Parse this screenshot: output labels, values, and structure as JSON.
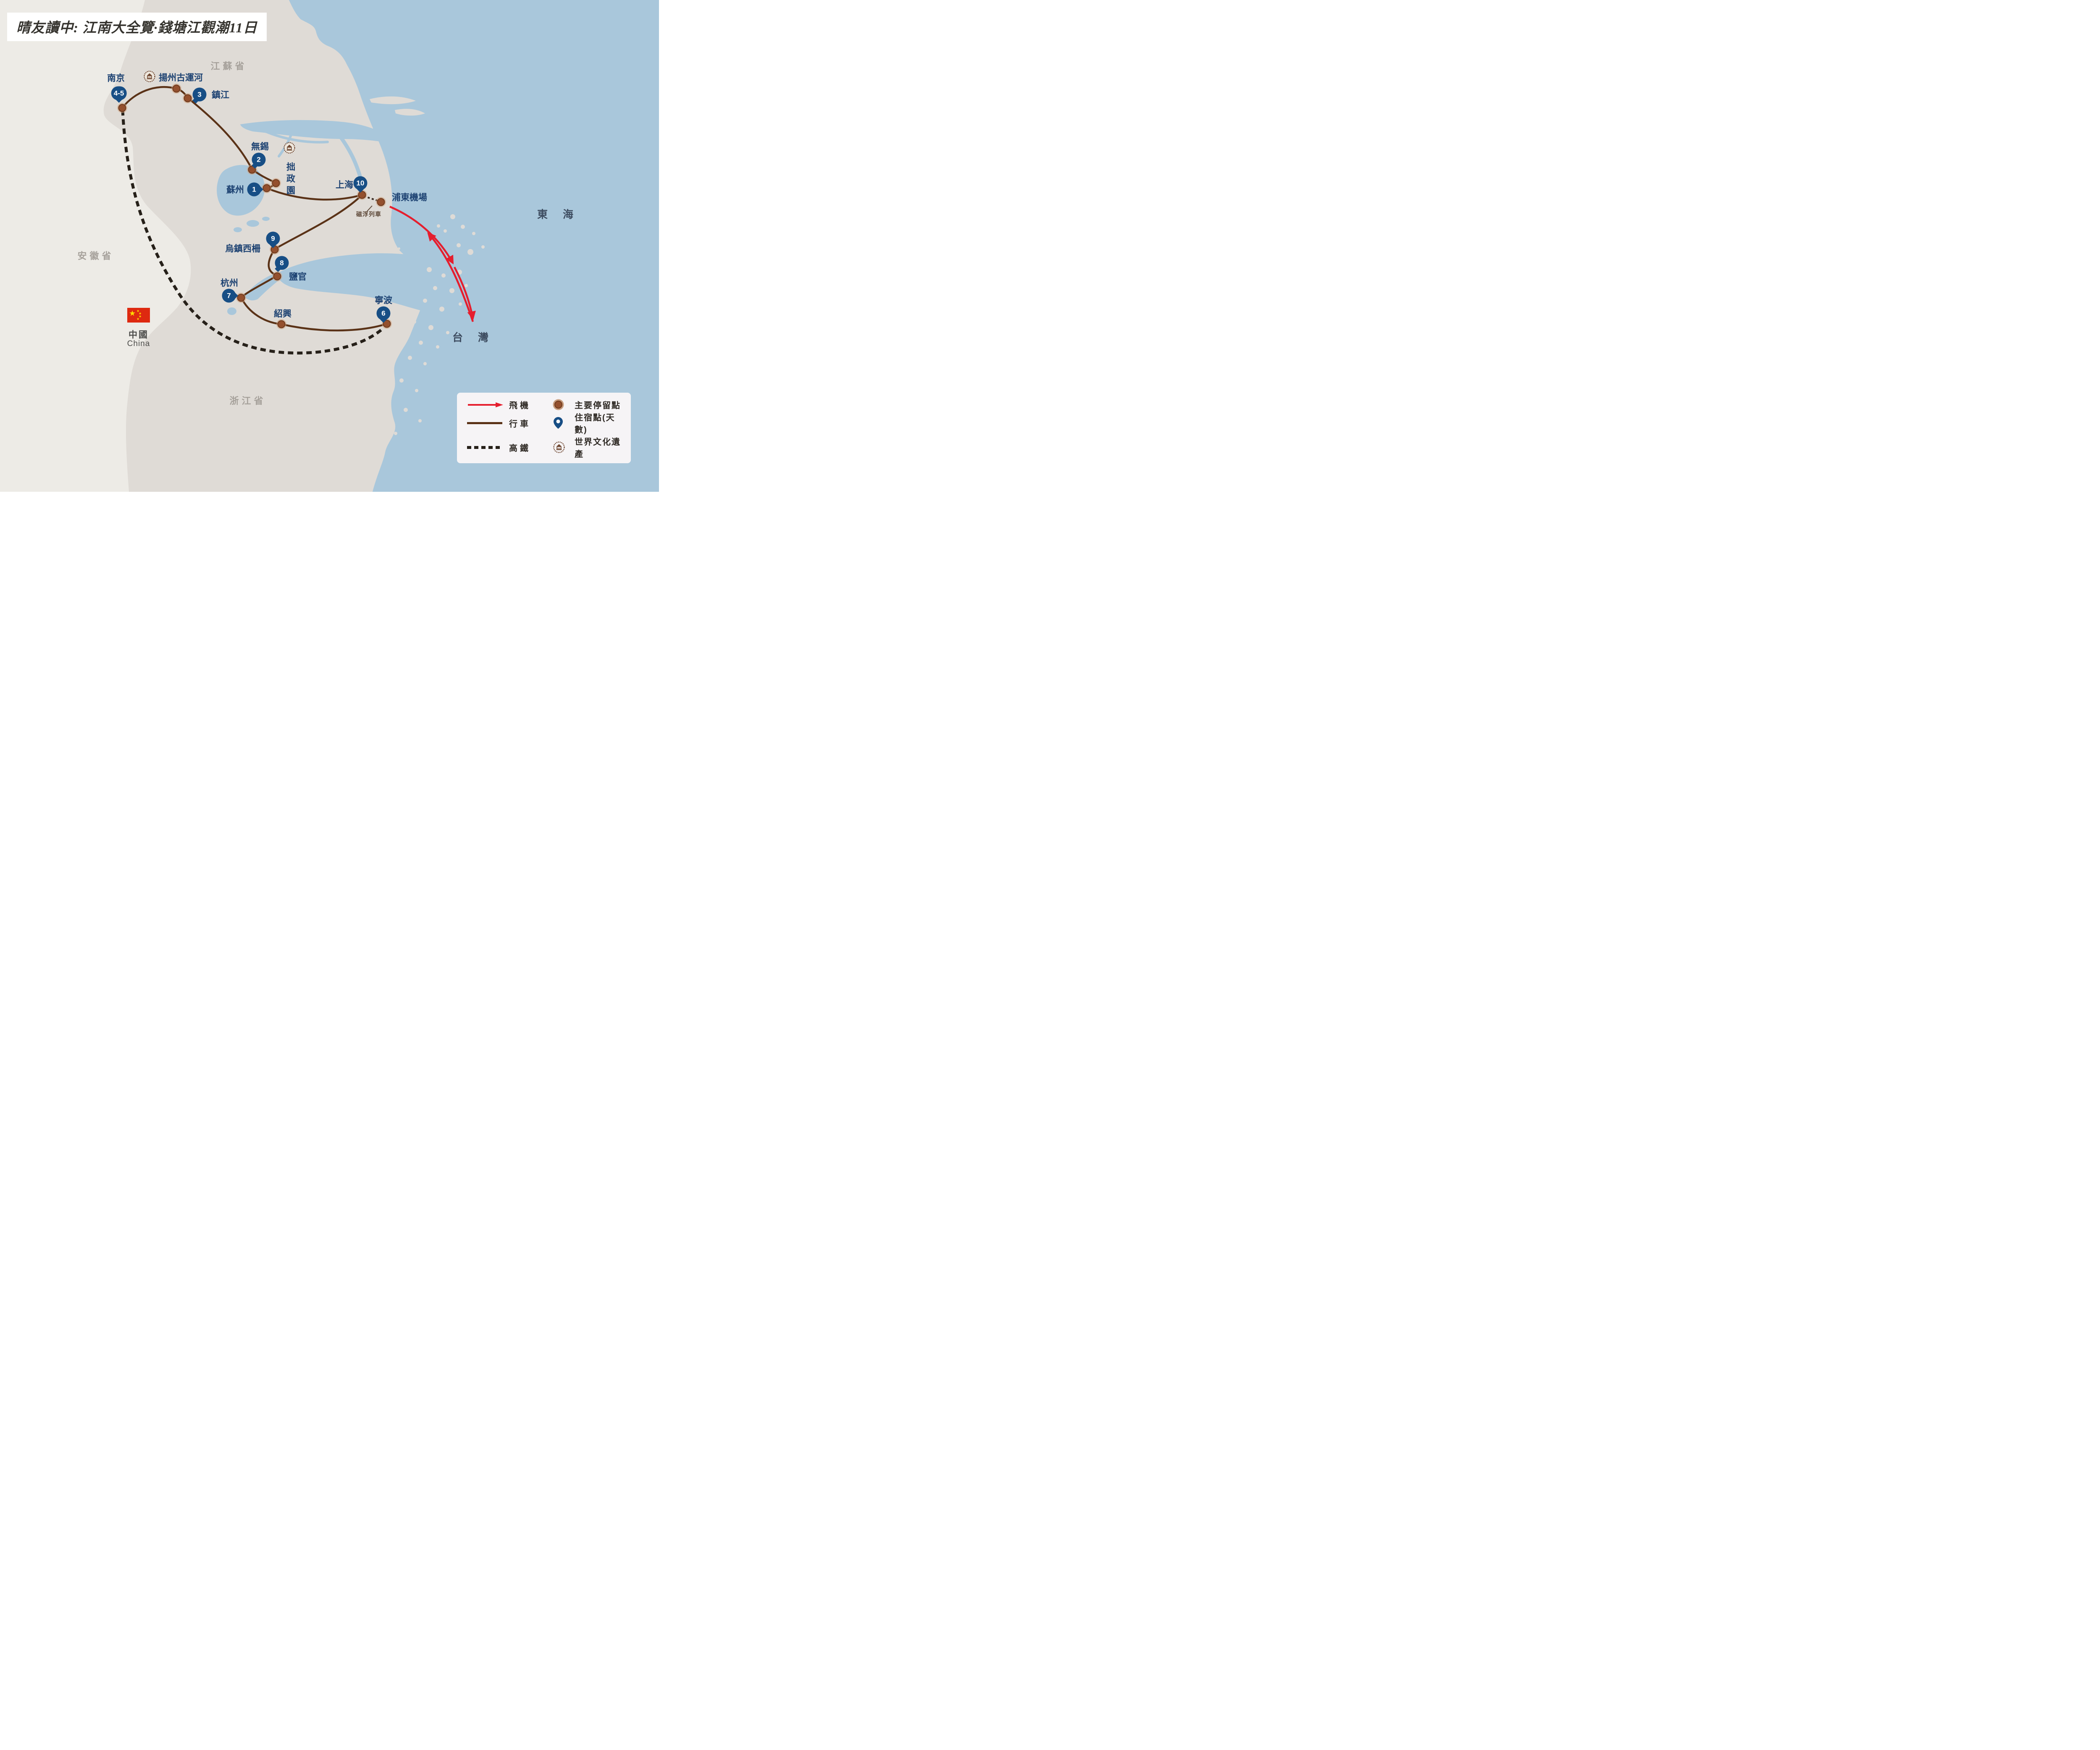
{
  "title": "晴友讀中: 江南大全覽·錢塘江觀潮11日",
  "labels": {
    "jiangsu": "江蘇省",
    "anhui": "安徽省",
    "zhejiang": "浙江省",
    "east_sea": "東海",
    "taiwan": "台灣",
    "country_cn": "中國",
    "country_en": "China",
    "maglev": "磁浮列車"
  },
  "cities": [
    {
      "name": "南京",
      "pin": "4-5"
    },
    {
      "name": "揚州古運河",
      "heritage": true
    },
    {
      "name": "鎮江",
      "pin": "3"
    },
    {
      "name": "無錫",
      "pin": "2"
    },
    {
      "name": "拙政園",
      "heritage": true
    },
    {
      "name": "蘇州",
      "pin": "1"
    },
    {
      "name": "上海",
      "pin": "10"
    },
    {
      "name": "浦東機場"
    },
    {
      "name": "烏鎮西柵",
      "pin": "9"
    },
    {
      "name": "鹽官",
      "pin": "8"
    },
    {
      "name": "杭州",
      "pin": "7"
    },
    {
      "name": "紹興"
    },
    {
      "name": "寧波",
      "pin": "6"
    }
  ],
  "legend": {
    "flight": "飛機",
    "stop": "主要停留點",
    "drive": "行車",
    "stay": "住宿點(天數)",
    "rail": "高鐵",
    "heritage": "世界文化遺產"
  },
  "colors": {
    "sea": "#a9c7db",
    "land": "#dfdbd6",
    "land_light": "#edebe6",
    "route_drive": "#5a3217",
    "route_rail": "#262019",
    "route_flight": "#e51e2e",
    "stop_dot": "#94502e",
    "stay_pin": "#174e85",
    "heritage": "#6e4630"
  }
}
